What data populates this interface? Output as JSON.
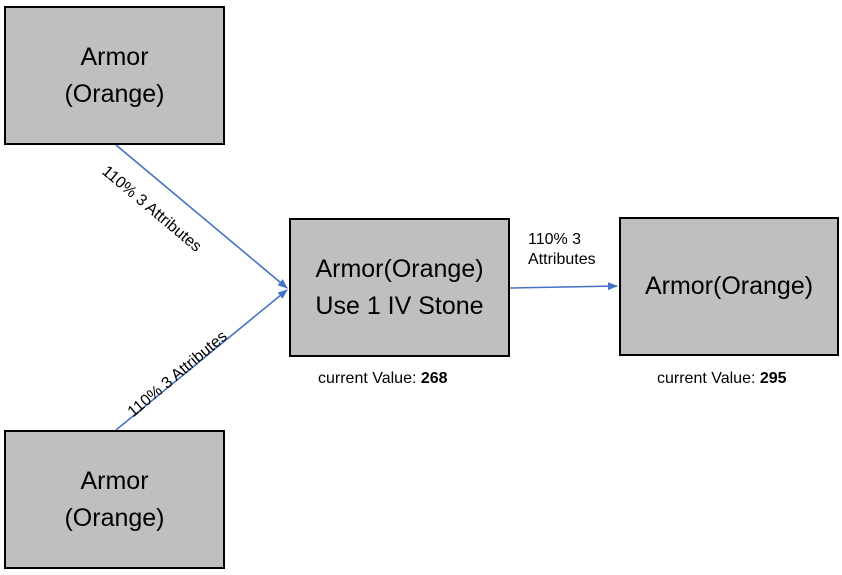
{
  "nodes": {
    "armor_top": {
      "line1": "Armor",
      "line2": "(Orange)"
    },
    "armor_bottom": {
      "line1": "Armor",
      "line2": "(Orange)"
    },
    "armor_combined": {
      "line1": "Armor(Orange)",
      "line2": "Use 1 IV Stone",
      "value_label": "current Value:",
      "value": "268"
    },
    "armor_result": {
      "line1": "Armor(Orange)",
      "value_label": "current Value:",
      "value": "295"
    }
  },
  "edges": {
    "top_to_combined": "110% 3 Attributes",
    "bottom_to_combined": "110% 3 Attributes",
    "combined_to_result_line1": "110% 3",
    "combined_to_result_line2": "Attributes"
  },
  "colors": {
    "node_fill": "#bfbfbf",
    "node_border": "#000000",
    "edge_color": "#4472c4"
  }
}
